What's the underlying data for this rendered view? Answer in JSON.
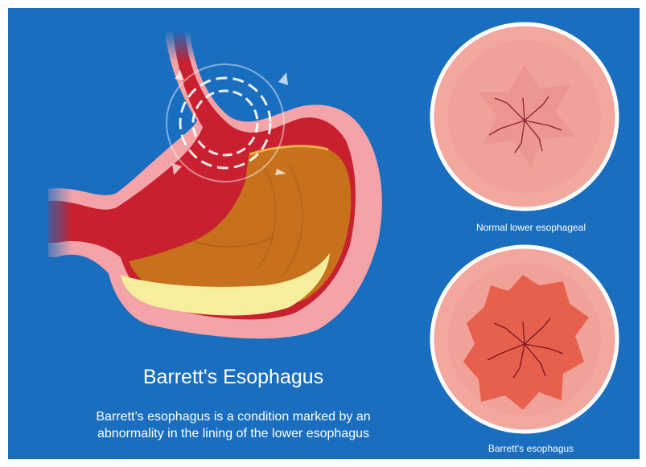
{
  "title": "Barrett's Esophagus",
  "description_line1": "Barrett’s esophagus is a condition marked by an",
  "description_line2": "abnormality in the lining of the lower esophagus",
  "normal_caption": "Normal lower esophageal",
  "barrett_caption": "Barrett's esophagus",
  "colors": {
    "background": "#1a6ec0",
    "stomach_wall": "#f4a3a8",
    "inner_lining": "#c8202e",
    "acid": "#c7711c",
    "fluid": "#f6ee9c",
    "circle_normal": "#f3a79f",
    "circle_barrett": "#e7604d"
  }
}
